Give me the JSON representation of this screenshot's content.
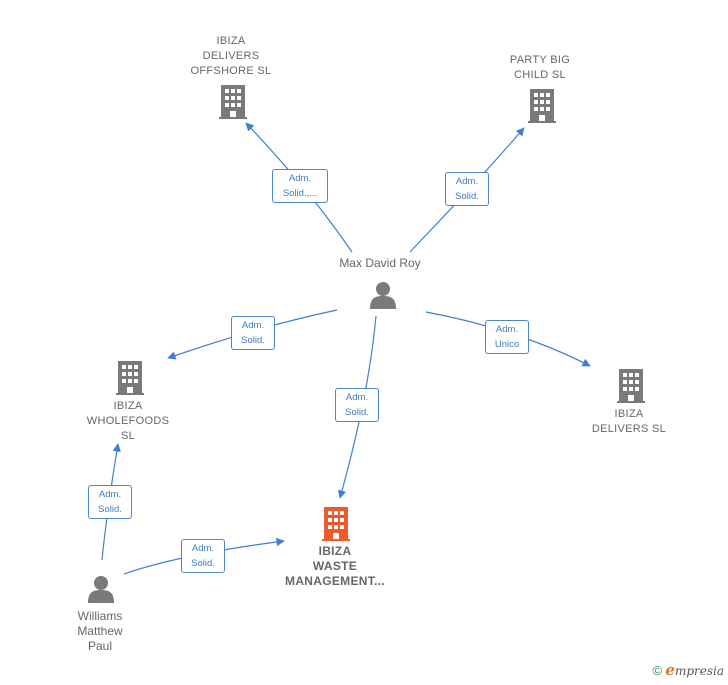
{
  "nodes": {
    "ibiza_delivers_offshore": {
      "label": "IBIZA\nDELIVERS\nOFFSHORE  SL",
      "type": "company"
    },
    "party_big_child": {
      "label": "PARTY BIG\nCHILD SL",
      "type": "company"
    },
    "max_david_roy": {
      "label": "Max David Roy",
      "type": "person"
    },
    "ibiza_wholefoods": {
      "label": "IBIZA\nWHOLEFOODS\nSL",
      "type": "company"
    },
    "ibiza_delivers": {
      "label": "IBIZA\nDELIVERS  SL",
      "type": "company"
    },
    "ibiza_waste": {
      "label": "IBIZA\nWASTE\nMANAGEMENT...",
      "type": "company",
      "highlighted": true
    },
    "williams": {
      "label": "Williams\nMatthew\nPaul",
      "type": "person"
    }
  },
  "edges": [
    {
      "label": "Adm.\nSolid.,...",
      "from": "Max David Roy",
      "to": "IBIZA DELIVERS OFFSHORE SL"
    },
    {
      "label": "Adm.\nSolid.",
      "from": "Max David Roy",
      "to": "PARTY BIG CHILD SL"
    },
    {
      "label": "Adm.\nSolid.",
      "from": "Max David Roy",
      "to": "IBIZA WHOLEFOODS SL"
    },
    {
      "label": "Adm.\nSolid.",
      "from": "Max David Roy",
      "to": "IBIZA WASTE MANAGEMENT..."
    },
    {
      "label": "Adm.\nUnico",
      "from": "Max David Roy",
      "to": "IBIZA DELIVERS SL"
    },
    {
      "label": "Adm.\nSolid.",
      "from": "Williams Matthew Paul",
      "to": "IBIZA WHOLEFOODS SL"
    },
    {
      "label": "Adm.\nSolid.",
      "from": "Williams Matthew Paul",
      "to": "IBIZA WASTE MANAGEMENT..."
    }
  ],
  "colors": {
    "edge": "#3f7fd0",
    "company_icon": "#7a7a7a",
    "highlight_icon": "#ee5a2a",
    "person_icon": "#7a7a7a"
  },
  "footer": {
    "copyright": "©",
    "brand_initial": "e",
    "brand_rest": "mpresia"
  }
}
